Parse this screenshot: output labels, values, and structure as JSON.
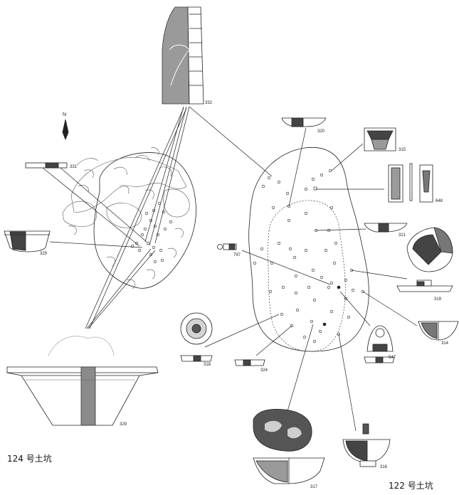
{
  "pits": {
    "pit_124": "124 号土坑",
    "pit_122": "122 号土坑"
  },
  "north_label": "N",
  "artifact_numbers": {
    "a332": "332",
    "a331": "331",
    "a329_small": "329",
    "a329_large": "329",
    "a320": "320",
    "a315": "315",
    "a648": "648",
    "a321": "321",
    "a797": "797",
    "a319": "319",
    "a314": "314",
    "a318": "318",
    "a324": "324",
    "a547": "547",
    "a316": "316",
    "a317": "317"
  },
  "colors": {
    "ink": "#222222",
    "shade": "#9a9a9a",
    "dark": "#555555"
  }
}
